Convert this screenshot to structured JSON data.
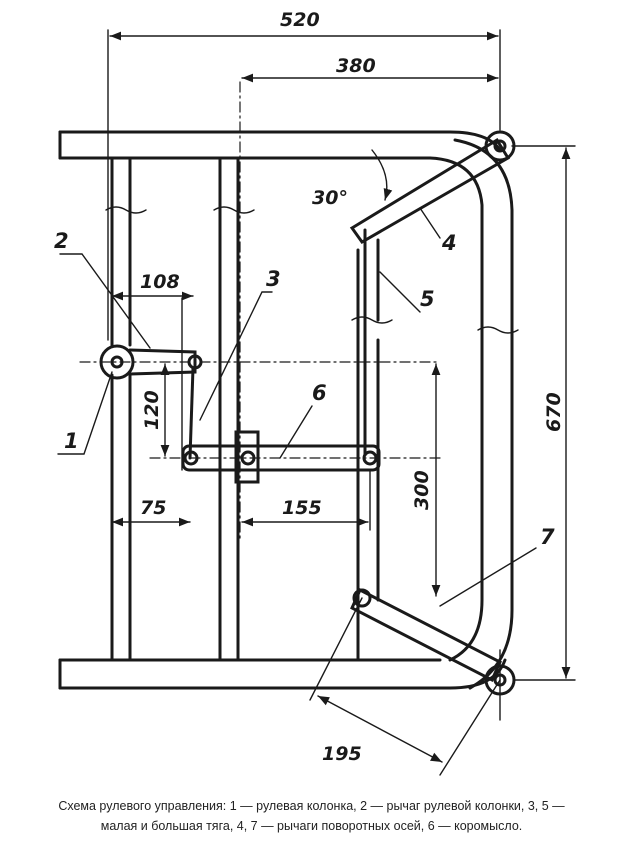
{
  "dimensions": {
    "d520": "520",
    "d380": "380",
    "d30": "30°",
    "d108": "108",
    "d120": "120",
    "d75": "75",
    "d155": "155",
    "d300": "300",
    "d670": "670",
    "d195": "195"
  },
  "part_numbers": {
    "p1": "1",
    "p2": "2",
    "p3": "3",
    "p4": "4",
    "p5": "5",
    "p6": "6",
    "p7": "7"
  },
  "caption": {
    "line1": "Схема рулевого управления: 1 — рулевая колонка, 2 — рычаг рулевой колонки, 3, 5 —",
    "line2": "малая и большая тяга, 4, 7 — рычаги поворотных осей, 6 — коромысло."
  }
}
